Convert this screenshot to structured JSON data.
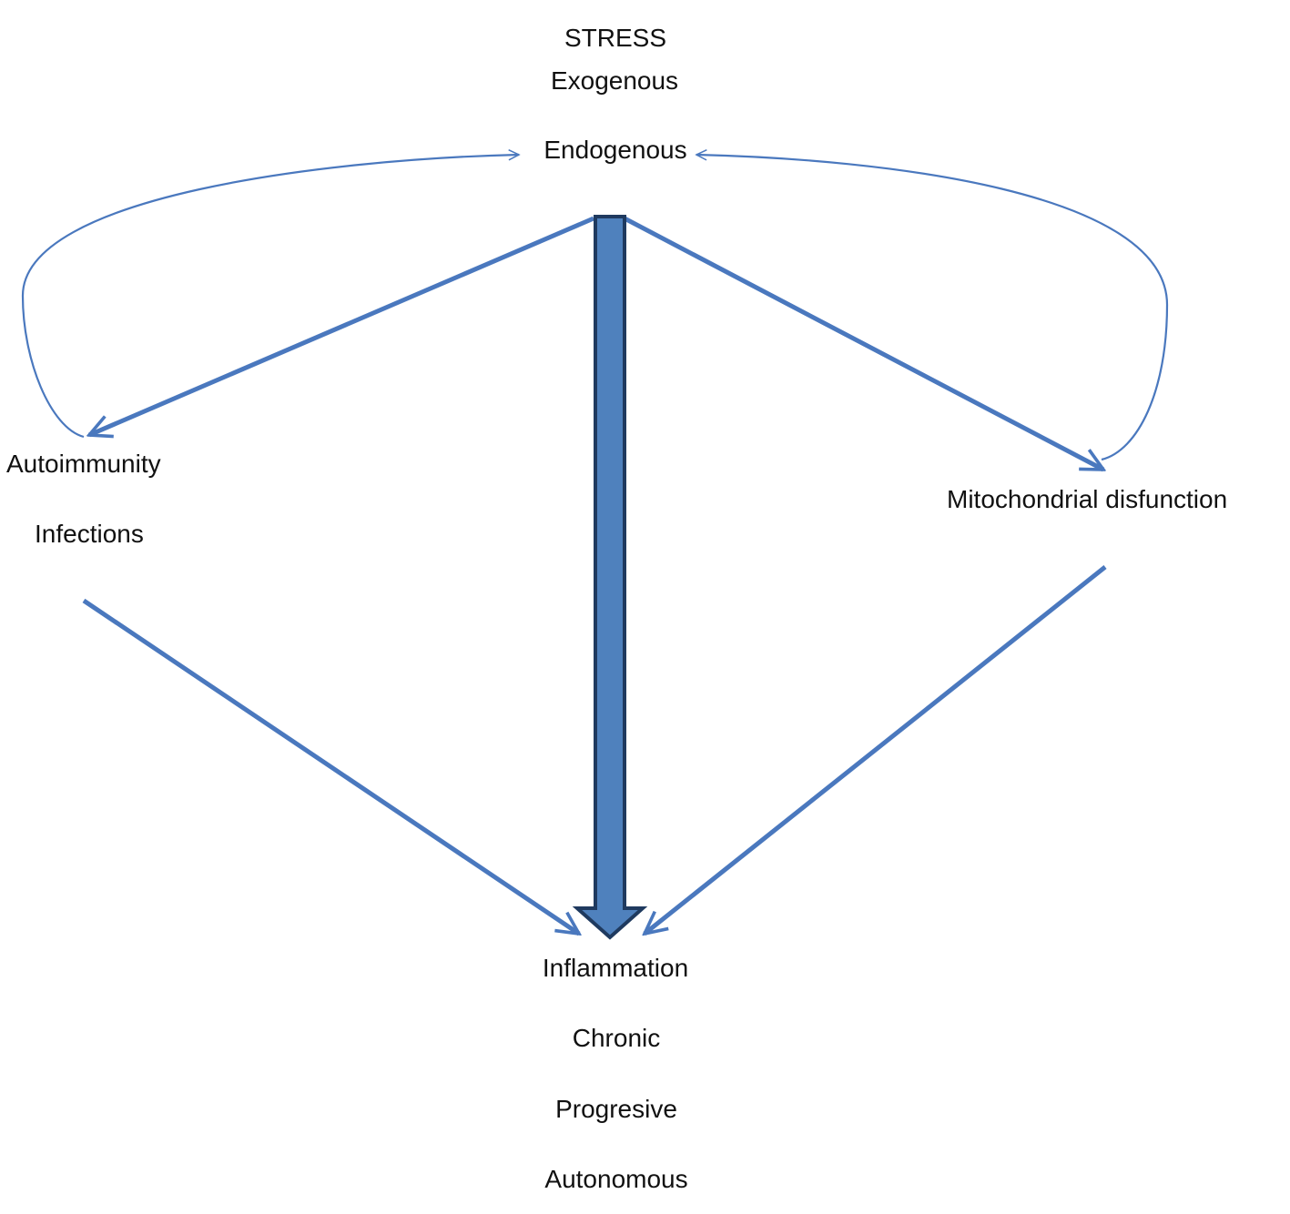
{
  "diagram": {
    "top": {
      "title": "STRESS",
      "line1": "Exogenous",
      "line2": "Endogenous"
    },
    "left": {
      "line1": "Autoimmunity",
      "line2": "Infections"
    },
    "right": {
      "line1": "Mitochondrial disfunction"
    },
    "bottom": {
      "line1": "Inflammation",
      "line2": "Chronic",
      "line3": "Progresive",
      "line4": "Autonomous"
    },
    "colors": {
      "arrow": "#4a78be",
      "thick_arrow_fill": "#4f81bd",
      "thick_arrow_stroke": "#1f3a5f",
      "text": "#111111"
    }
  }
}
